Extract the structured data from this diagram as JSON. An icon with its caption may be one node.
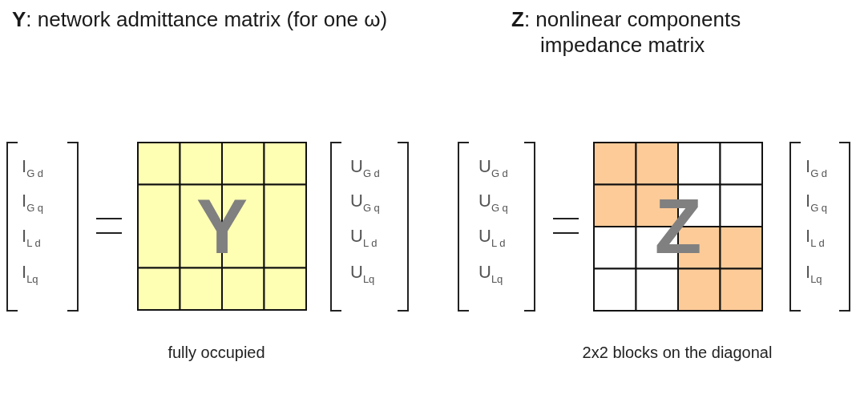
{
  "diagram": {
    "nodes": [
      {
        "text": [
          "Y"
        ],
        "beside": [
          "fully occupied"
        ]
      },
      {
        "text": [
          "Z"
        ],
        "beside": [
          "2x2 blocks on the diagonal"
        ]
      }
    ],
    "labels": [
      "**Y**: network admittance matrix (for one ω)",
      "**Z**: nonlinear components impedance matrix",
      "I$_{G d}$",
      "I$_{G q}$",
      "I$_{L d}$",
      "I$_{Lq}$",
      "U$_{G d}$",
      "U$_{G q}$",
      "U$_{L d}$",
      "U$_{Lq}$",
      "U$_{G d}$",
      "U$_{G q}$",
      "U$_{L d}$",
      "U$_{Lq}$",
      "I$_{G d}$",
      "I$_{G q}$",
      "I$_{L d}$",
      "I$_{Lq}$"
    ]
  }
}
